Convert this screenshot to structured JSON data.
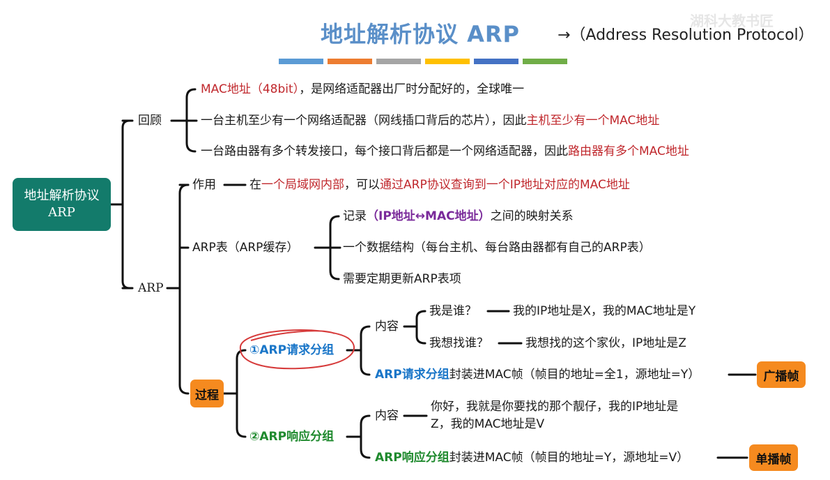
{
  "header": {
    "title": "地址解析协议 ARP",
    "subtitle": "→（Address Resolution Protocol）",
    "stripe_colors": [
      "#5b9bd5",
      "#ed7d31",
      "#a5a5a5",
      "#ffc000",
      "#4472c4",
      "#70ad47"
    ],
    "watermark": "湖科大教书匠"
  },
  "root": {
    "line1": "地址解析协议",
    "line2": "ARP"
  },
  "review": {
    "label": "回顾",
    "item1": {
      "red": "MAC地址（48bit）",
      "rest": "，是网络适配器出厂时分配好的，全球唯一"
    },
    "item2": {
      "text": "一台主机至少有一个网络适配器（网线插口背后的芯片），因此",
      "red": "主机至少有一个MAC地址"
    },
    "item3": {
      "text": "一台路由器有多个转发接口，每个接口背后都是一个网络适配器，因此",
      "red": "路由器有多个MAC地址"
    }
  },
  "arp": {
    "label": "ARP",
    "role": {
      "label": "作用",
      "p1": "在",
      "r1": "一个局域网内部",
      "p2": "，可以",
      "r2": "通过ARP协议查询到一个IP地址对应的MAC地址"
    },
    "table": {
      "label": "ARP表（ARP缓存）",
      "item1": {
        "p1": "记录",
        "purple": "（IP地址↔MAC地址）",
        "p2": "之间的映射关系"
      },
      "item2": "一个数据结构（每台主机、每台路由器都有自己的ARP表）",
      "item3": "需要定期更新ARP表项"
    },
    "process": {
      "label": "过程",
      "request": {
        "label": "①ARP请求分组",
        "content_label": "内容",
        "q1": "我是谁？",
        "a1": "我的IP地址是X，我的MAC地址是Y",
        "q2": "我想找谁？",
        "a2": "我想找的这个家伙，IP地址是Z",
        "encap_bold": "ARP请求分组",
        "encap_rest": "封装进MAC帧（帧目的地址=全1，源地址=Y）",
        "badge": "广播帧"
      },
      "response": {
        "label": "②ARP响应分组",
        "content_label": "内容",
        "content_line1": "你好，我就是你要找的那个靓仔，我的IP地址是",
        "content_line2": "Z，我的MAC地址是V",
        "encap_bold": "ARP响应分组",
        "encap_rest": "封装进MAC帧（帧目的地址=Y，源地址=V）",
        "badge": "单播帧"
      }
    }
  }
}
